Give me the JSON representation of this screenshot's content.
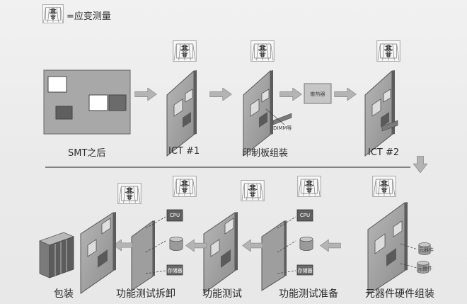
{
  "legend": {
    "text": "=应变测量",
    "icon": "strain-gauge-icon"
  },
  "top_row": {
    "steps": [
      {
        "key": "smt",
        "label": "SMT之后"
      },
      {
        "key": "ict1",
        "label": "ICT #1"
      },
      {
        "key": "pcb_assembly",
        "label": "印制板组装"
      },
      {
        "key": "ict2",
        "label": "ICT #2"
      }
    ],
    "small_labels": {
      "dimm": "DIMM等",
      "heatsink": "散热器"
    }
  },
  "bottom_row": {
    "steps": [
      {
        "key": "packaging",
        "label": "包装"
      },
      {
        "key": "func_test_teardown",
        "label": "功能测试拆卸"
      },
      {
        "key": "func_test",
        "label": "功能测试"
      },
      {
        "key": "func_test_prep",
        "label": "功能测试准备"
      },
      {
        "key": "component_assembly",
        "label": "元器件硬件组装"
      }
    ],
    "small_labels": {
      "cpu": "CPU",
      "storage": "存储器",
      "cpu2": "CPU",
      "storage2": "存储器",
      "part_a": "元器件",
      "part_b": "元器件"
    }
  },
  "colors": {
    "board": "#a4a4a4",
    "board_dark": "#6e6e6e",
    "arrow": "#b8b8b8",
    "line": "#4a4a4a"
  }
}
